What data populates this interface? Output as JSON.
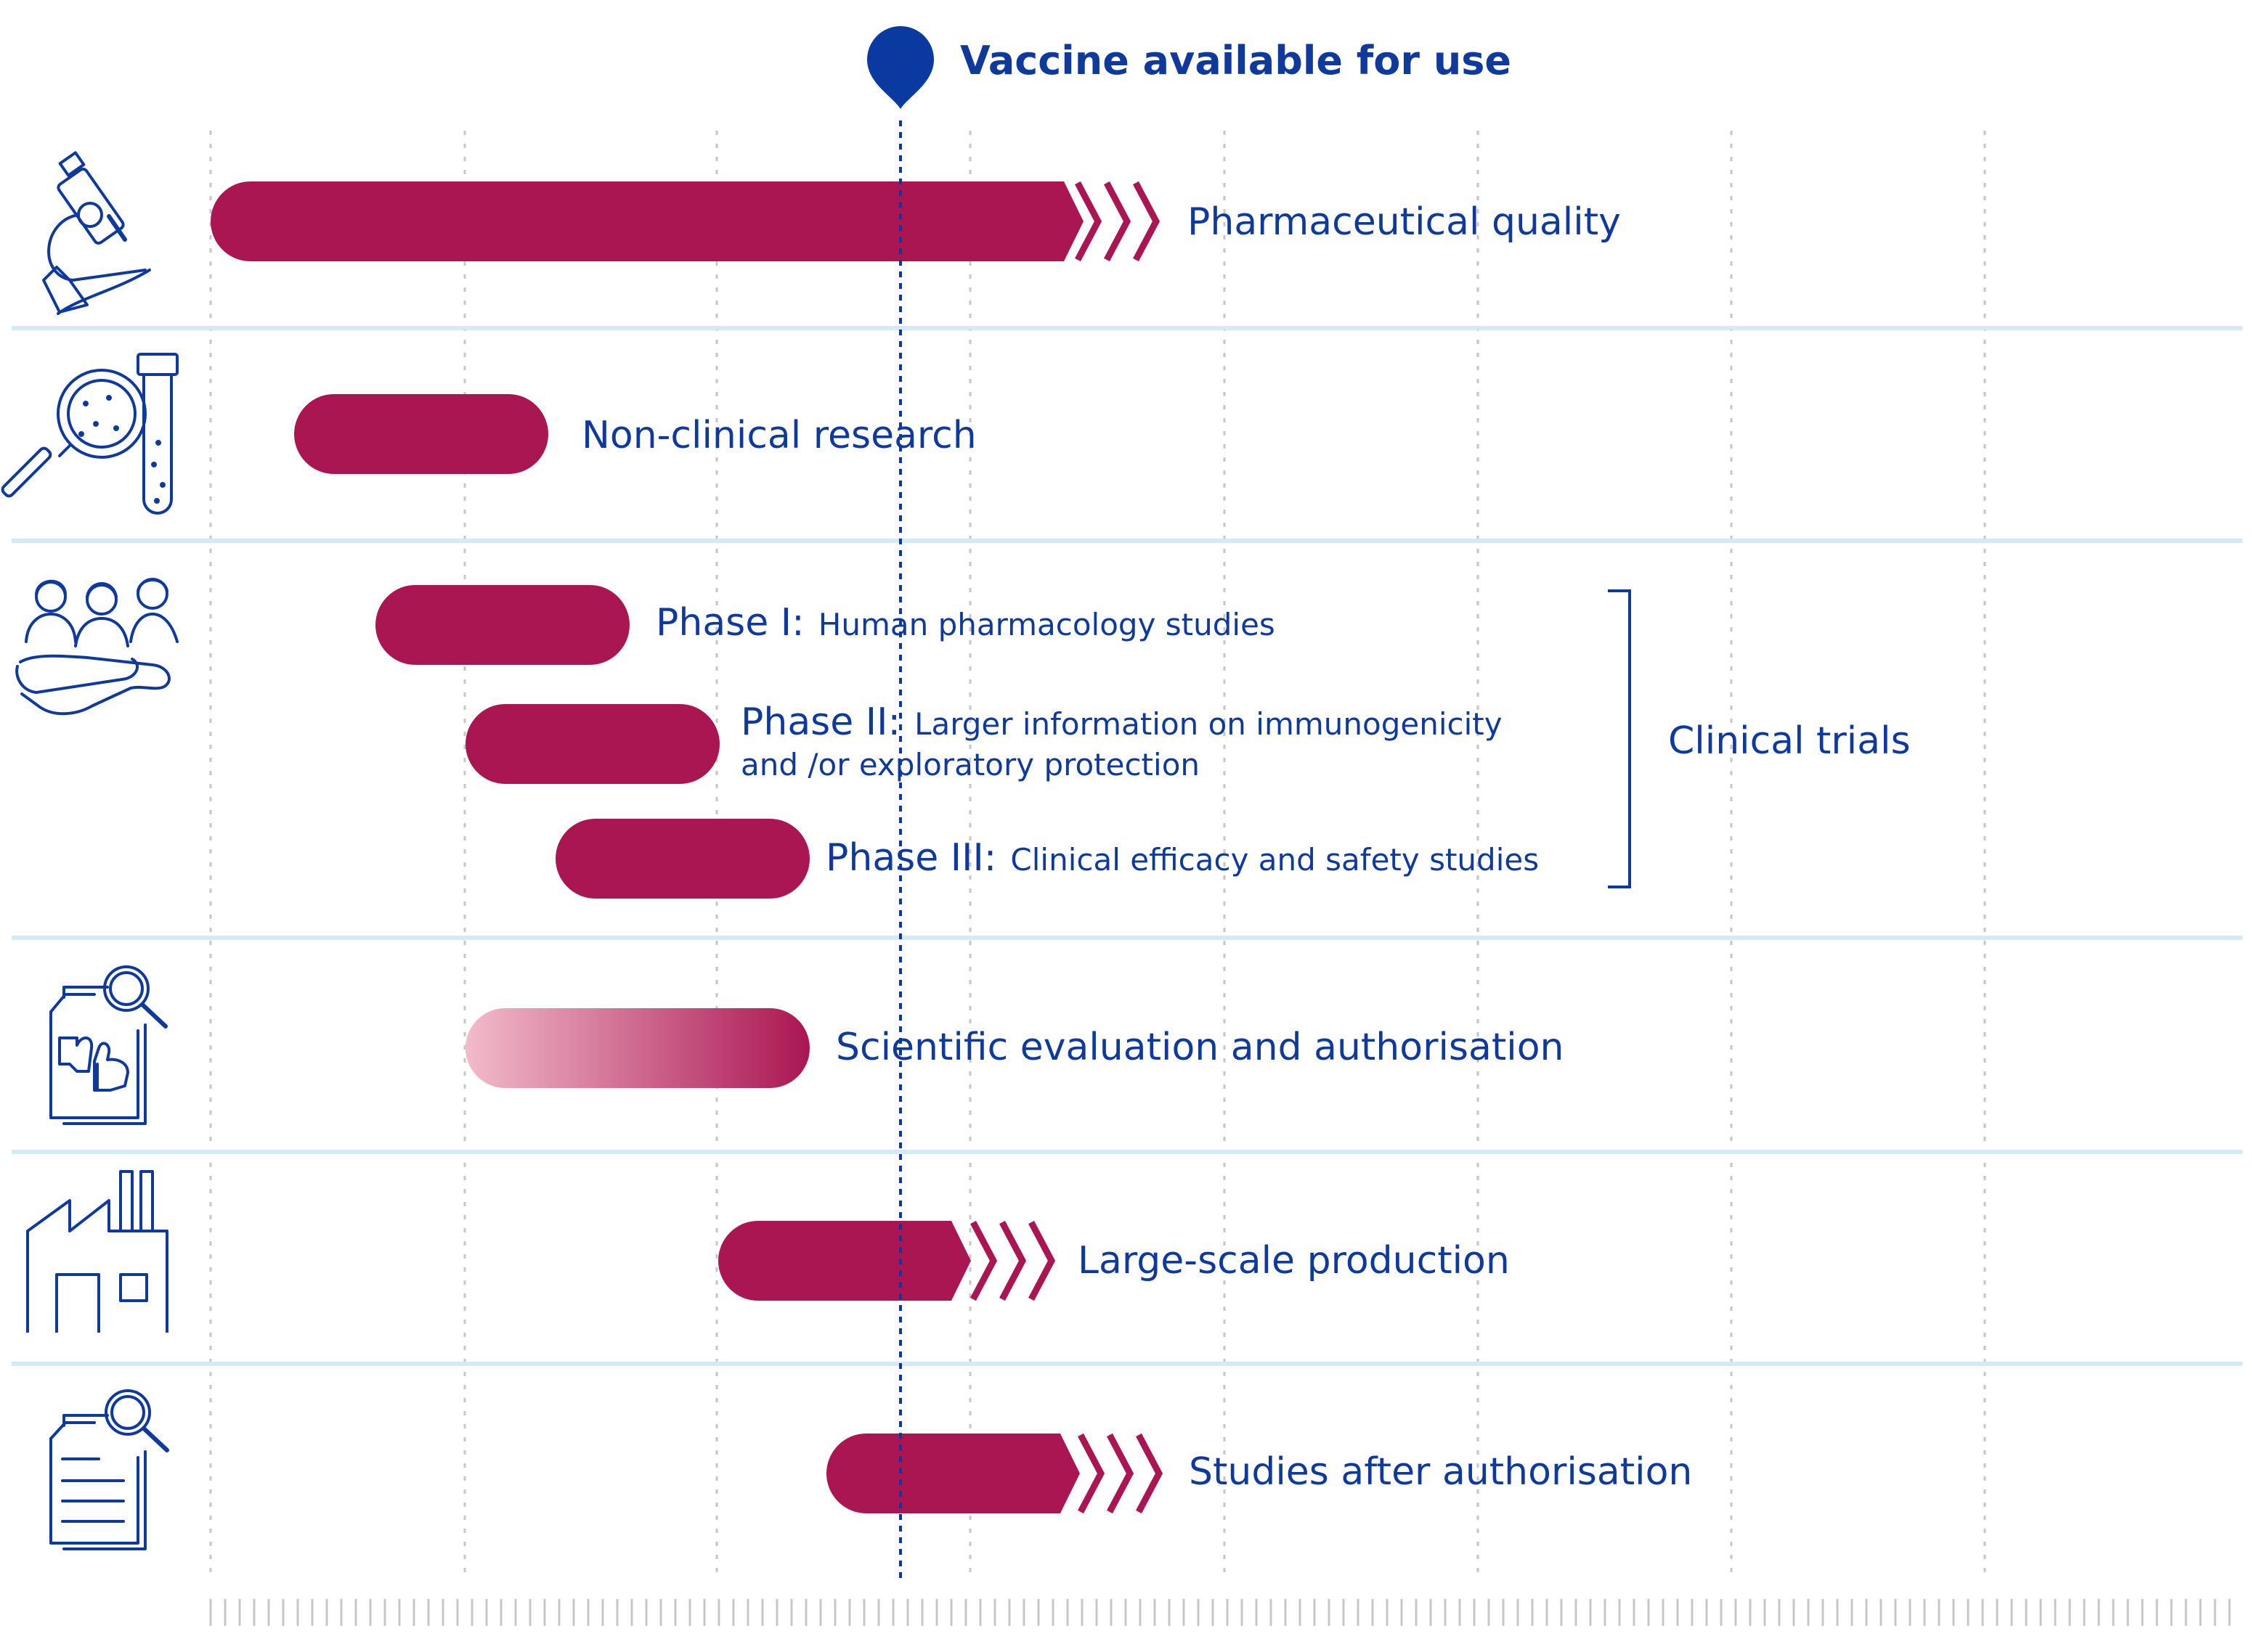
{
  "colors": {
    "bar": "#AA1652",
    "bar_light": "#F2BBCB",
    "text": "#0F3A9C",
    "separator": "#D4EAF6",
    "gridline": "#C6C6C6",
    "marker": "#0A3AA0"
  },
  "marker": {
    "label": "Vaccine available for use",
    "icon": "map-pin-icon"
  },
  "rows": [
    {
      "id": "pharmaceutical-quality",
      "icon": "microscope-icon",
      "label": "Pharmaceutical quality",
      "continues": true,
      "style": "solid"
    },
    {
      "id": "non-clinical-research",
      "icon": "magnifier-test-tube-icon",
      "label": "Non-clinical research",
      "continues": false,
      "style": "solid"
    },
    {
      "id": "clinical-trials",
      "icon": "people-hand-icon",
      "group_label": "Clinical trials",
      "phases": [
        {
          "id": "phase-1",
          "name": "Phase I:",
          "desc": "Human pharmacology studies"
        },
        {
          "id": "phase-2",
          "name": "Phase II:",
          "desc": "Larger information on immunogenicity",
          "desc_line2": "and /or exploratory protection"
        },
        {
          "id": "phase-3",
          "name": "Phase III:",
          "desc": "Clinical efficacy and safety studies"
        }
      ]
    },
    {
      "id": "scientific-evaluation",
      "icon": "document-thumbs-icon",
      "label": "Scientific evaluation and authorisation",
      "continues": false,
      "style": "gradient"
    },
    {
      "id": "large-scale-production",
      "icon": "factory-icon",
      "label": "Large-scale production",
      "continues": true,
      "style": "solid"
    },
    {
      "id": "studies-after-authorisation",
      "icon": "document-search-icon",
      "label": "Studies after authorisation",
      "continues": true,
      "style": "solid"
    }
  ]
}
